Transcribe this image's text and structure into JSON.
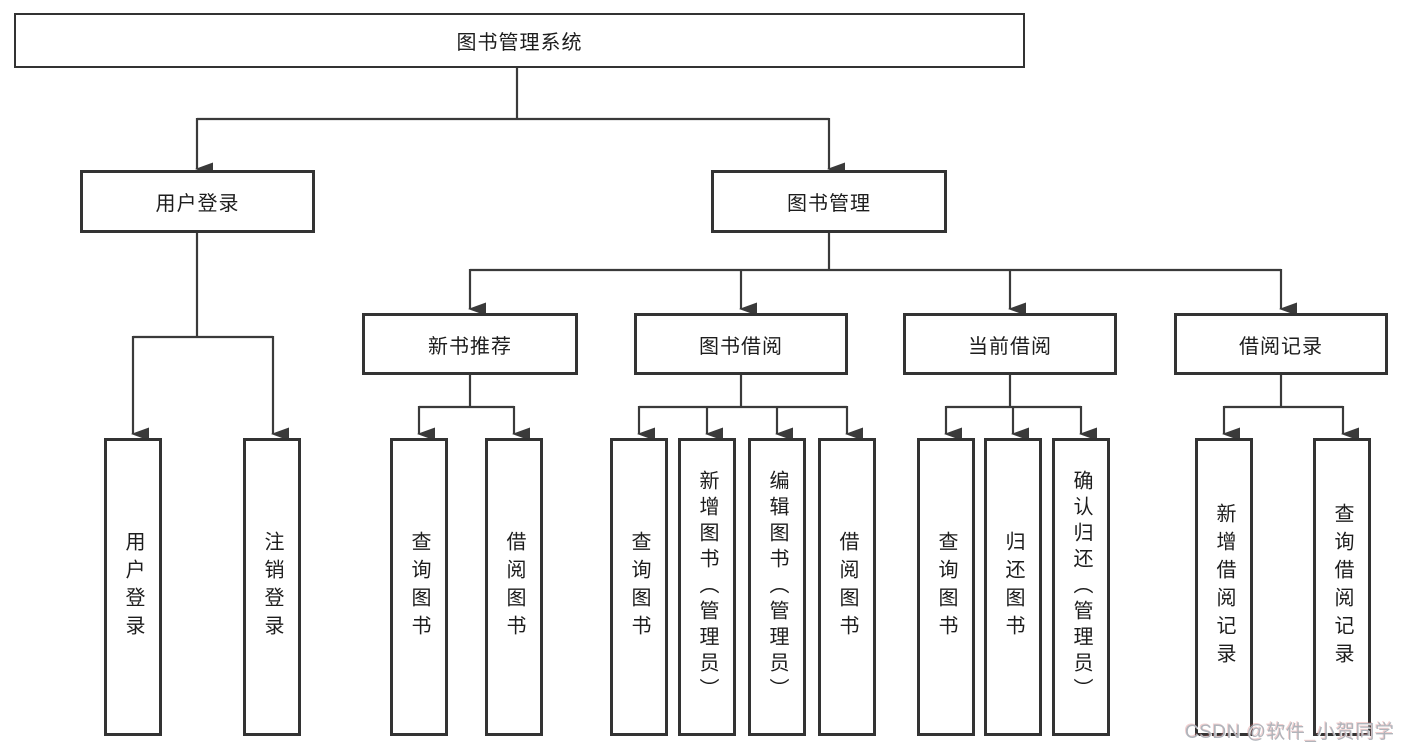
{
  "tree": {
    "root": {
      "label": "图书管理系统"
    },
    "level2": [
      {
        "label": "用户登录",
        "leaves": [
          {
            "label": "用户登录"
          },
          {
            "label": "注销登录"
          }
        ]
      },
      {
        "label": "图书管理",
        "groups": [
          {
            "label": "新书推荐",
            "leaves": [
              {
                "label": "查询图书"
              },
              {
                "label": "借阅图书"
              }
            ]
          },
          {
            "label": "图书借阅",
            "leaves": [
              {
                "label": "查询图书"
              },
              {
                "label": "新增图书（管理员）"
              },
              {
                "label": "编辑图书（管理员）"
              },
              {
                "label": "借阅图书"
              }
            ]
          },
          {
            "label": "当前借阅",
            "leaves": [
              {
                "label": "查询图书"
              },
              {
                "label": "归还图书"
              },
              {
                "label": "确认归还（管理员）"
              }
            ]
          },
          {
            "label": "借阅记录",
            "leaves": [
              {
                "label": "新增借阅记录"
              },
              {
                "label": "查询借阅记录"
              }
            ]
          }
        ]
      }
    ]
  },
  "watermark": {
    "text": "CSDN @软件_小贺同学"
  },
  "colors": {
    "line": "#3a3a3a",
    "border": "#333333",
    "text": "#1d1d1d",
    "bg": "#ffffff",
    "watermark": "#b0b4bb"
  }
}
